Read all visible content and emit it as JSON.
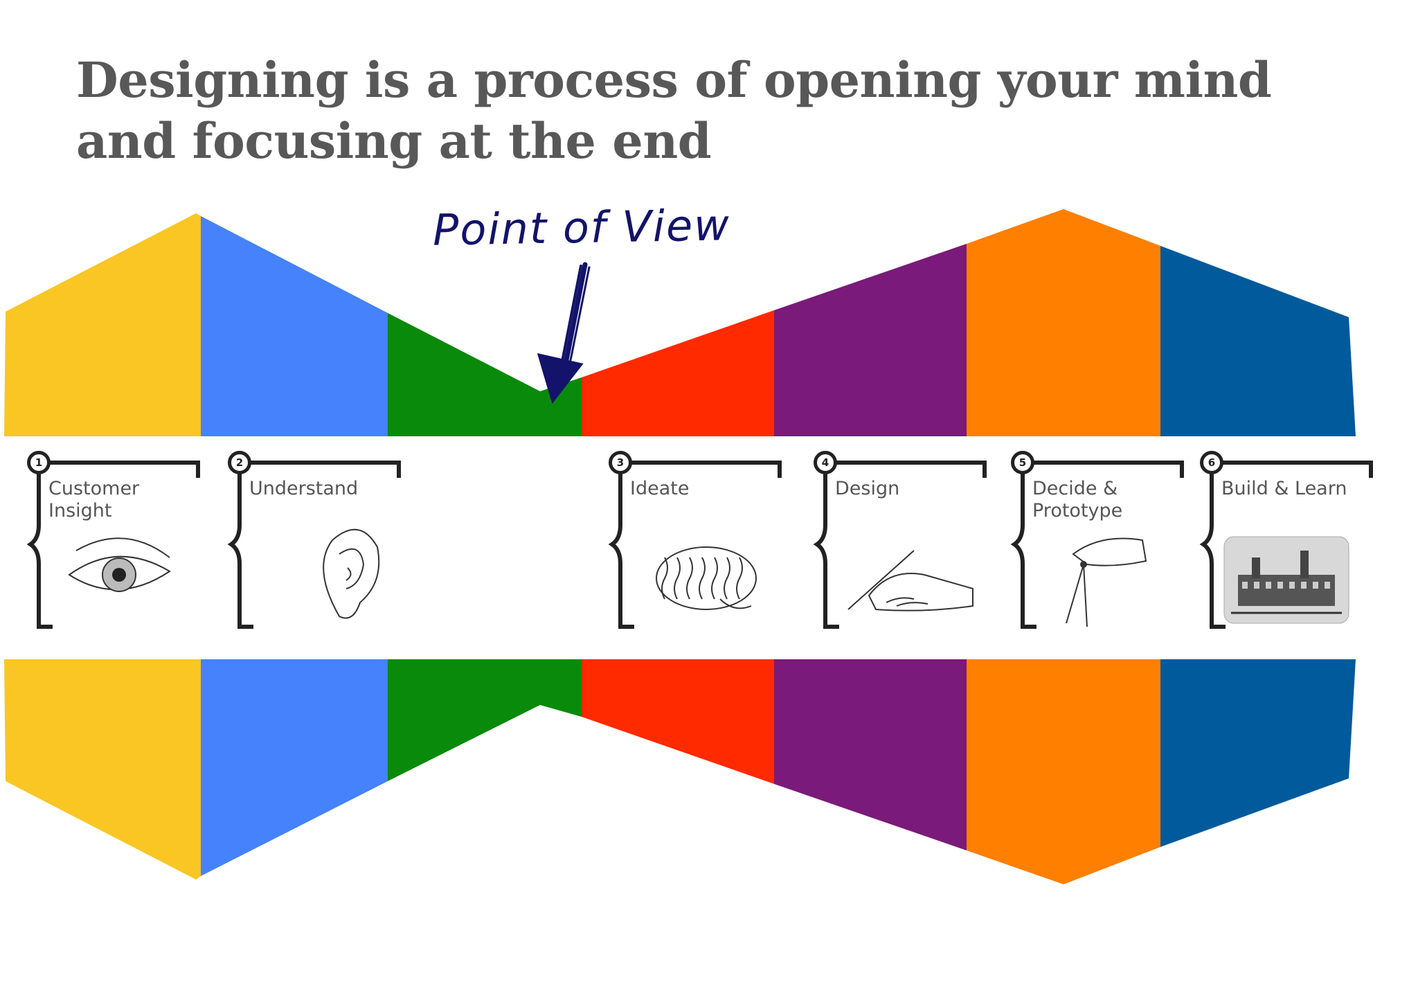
{
  "title": {
    "line1": "Designing is a process of opening your mind",
    "line2": "and focusing at the end"
  },
  "annotation": {
    "label": "Point of View",
    "color": "#13136b"
  },
  "colors": {
    "yellow": "#f9c623",
    "blue": "#4582fb",
    "green": "#0a8a0a",
    "red": "#ff2a00",
    "purple": "#7a1a7a",
    "orange": "#ff7f00",
    "navy": "#015a9c"
  },
  "steps": [
    {
      "number": "1",
      "label": "Customer Insight",
      "lines": [
        "Customer",
        "Insight"
      ],
      "illustration": "eye-illustration"
    },
    {
      "number": "2",
      "label": "Understand",
      "lines": [
        "Understand"
      ],
      "illustration": "ear-illustration"
    },
    {
      "number": "3",
      "label": "Ideate",
      "lines": [
        "Ideate"
      ],
      "illustration": "brain-illustration"
    },
    {
      "number": "4",
      "label": "Design",
      "lines": [
        "Design"
      ],
      "illustration": "hand-pen-illustration"
    },
    {
      "number": "5",
      "label": "Decide & Prototype",
      "lines": [
        "Decide &",
        "Prototype"
      ],
      "illustration": "hand-compass-illustration"
    },
    {
      "number": "6",
      "label": "Build & Learn",
      "lines": [
        "Build & Learn"
      ],
      "illustration": "factory-illustration"
    }
  ]
}
